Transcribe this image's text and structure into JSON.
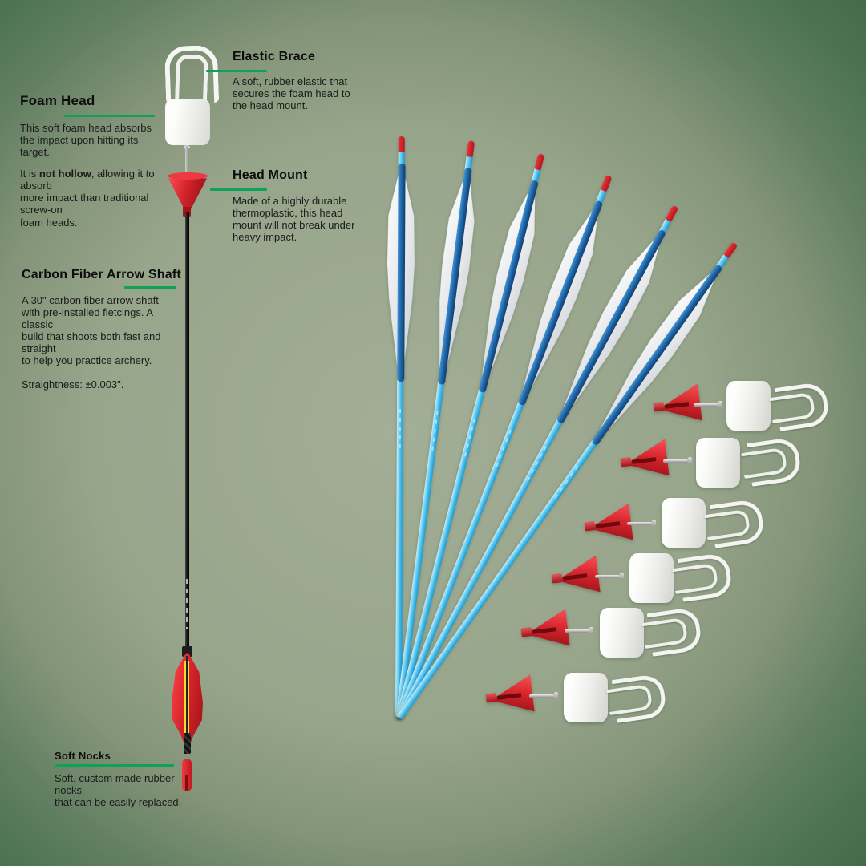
{
  "colors": {
    "background_edge": "#446c4c",
    "background_center": "#9aa78e",
    "accent_green": "#0ca257",
    "arrow_blue": "#5ec9f2",
    "fletching_stripe_blue": "#1c5f9f",
    "part_red": "#d2232a",
    "part_white": "#f2f2ef",
    "shaft_black": "#161616",
    "fletching_yellow": "#ffd92b",
    "text": "#151515"
  },
  "callouts": {
    "foam_head": {
      "title": "Foam Head",
      "body1": "This soft foam head absorbs\nthe impact upon hitting its\ntarget.",
      "body2_pre": "It is ",
      "body2_bold": "not hollow",
      "body2_post": ", allowing it to\nabsorb\nmore impact than traditional\nscrew-on\nfoam heads."
    },
    "elastic_brace": {
      "title": "Elastic Brace",
      "body": "A soft, rubber elastic that\nsecures the foam head to\nthe head mount."
    },
    "head_mount": {
      "title": "Head Mount",
      "body": "Made of a highly durable\nthermoplastic, this head\nmount will not break under\nheavy impact."
    },
    "carbon_shaft": {
      "title": "Carbon Fiber Arrow Shaft",
      "body": "A 30\" carbon fiber arrow shaft\nwith pre-installed fletcings. A\nclassic\nbuild that shoots both fast and\nstraight\nto help you practice archery.",
      "straightness": "Straightness: ±0.003\"."
    },
    "soft_nocks": {
      "title": "Soft Nocks",
      "body": "Soft, custom made rubber\nnocks\nthat can be easily replaced."
    }
  },
  "illustration": {
    "fan_arrows": {
      "count": 6
    },
    "part_sets": {
      "count": 6,
      "parts": [
        "head-mount",
        "mounting-pin",
        "foam-head",
        "elastic-brace"
      ]
    }
  }
}
